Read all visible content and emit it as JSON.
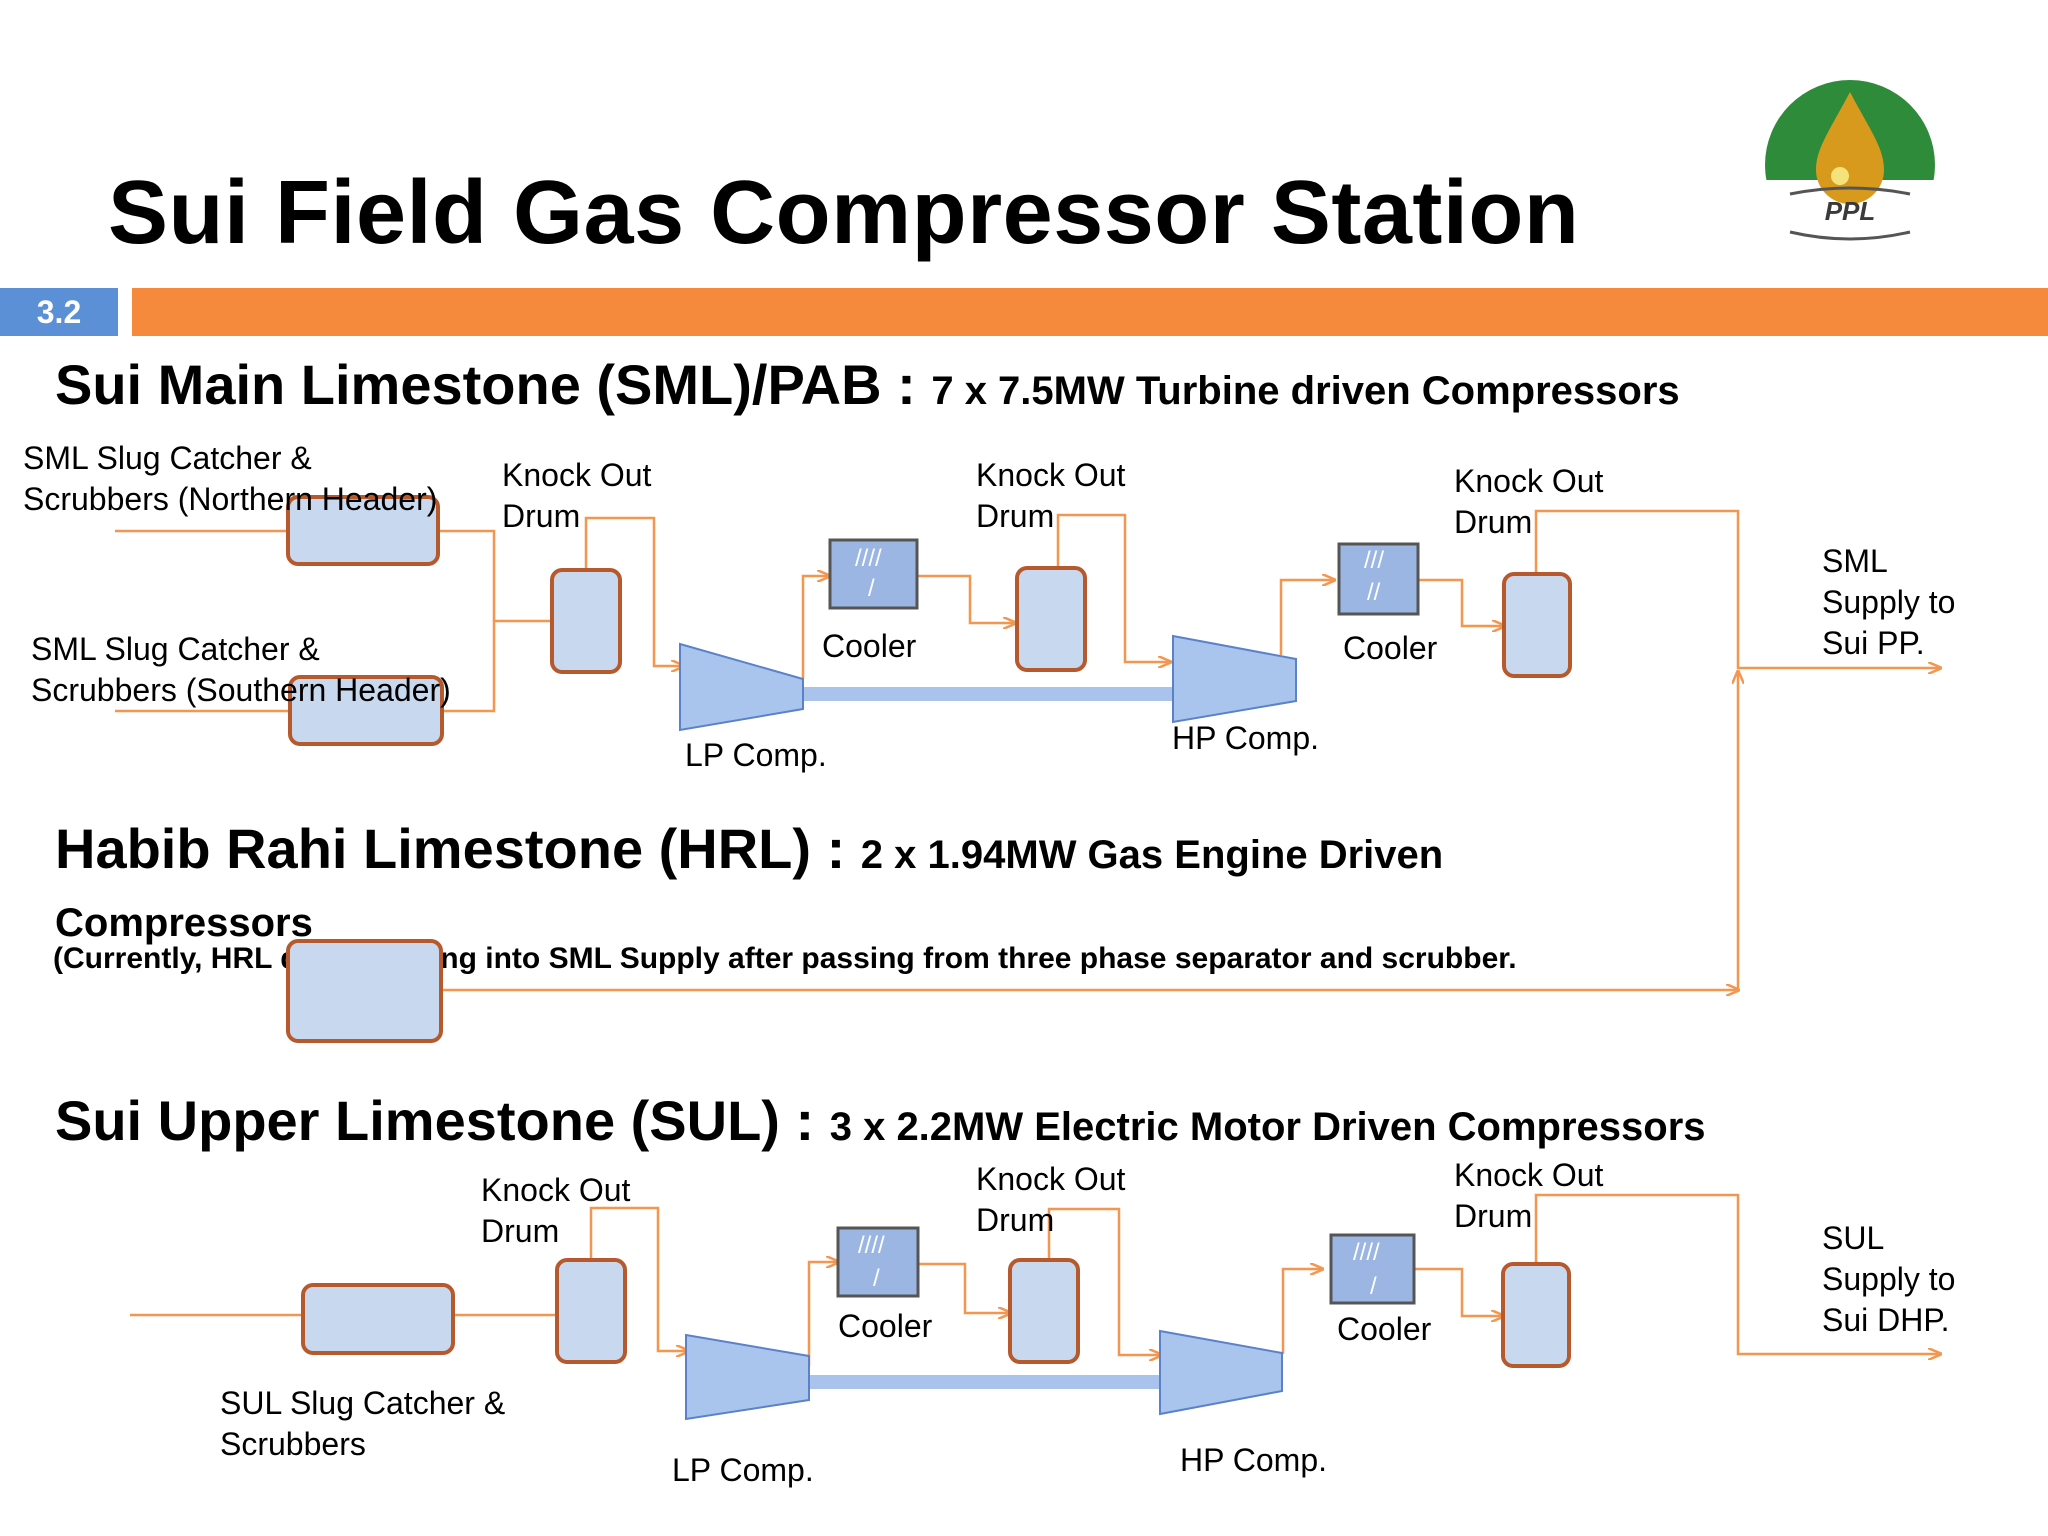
{
  "slide": {
    "title": "Sui Field Gas Compressor Station",
    "number": "3.2",
    "logo_text": "PPL"
  },
  "colors": {
    "accent_orange": "#f68a3c",
    "slide_number_blue": "#5b8fd6",
    "pipe_orange": "#f39650",
    "vessel_fill": "#c8d8ef",
    "compressor_fill": "#a9c5ee"
  },
  "sections": {
    "sml": {
      "heading": "Sui Main Limestone (SML)/PAB :",
      "subheading": "7 x 7.5MW Turbine driven Compressors",
      "labels": {
        "north_catcher": "SML Slug Catcher &\nScrubbers (Northern Header)",
        "south_catcher": "SML Slug Catcher &\nScrubbers (Southern Header)",
        "kod1": "Knock Out\nDrum",
        "kod2": "Knock Out\nDrum",
        "kod3": "Knock Out\nDrum",
        "cooler1": "Cooler",
        "cooler2": "Cooler",
        "lp_comp": "LP Comp.",
        "hp_comp": "HP Comp.",
        "supply": "SML\nSupply to\nSui PP."
      }
    },
    "hrl": {
      "heading": "Habib Rahi Limestone (HRL) :",
      "subheading": "2 x 1.94MW Gas Engine Driven Compressors",
      "note": "(Currently, HRL directly going into SML Supply after passing from three phase separator and scrubber."
    },
    "sul": {
      "heading": "Sui Upper Limestone (SUL) :",
      "subheading": "3 x 2.2MW Electric Motor Driven Compressors",
      "labels": {
        "catcher": "SUL Slug Catcher &\nScrubbers",
        "kod1": "Knock Out\nDrum",
        "kod2": "Knock Out\nDrum",
        "kod3": "Knock Out\nDrum",
        "cooler1": "Cooler",
        "cooler2": "Cooler",
        "lp_comp": "LP Comp.",
        "hp_comp": "HP Comp.",
        "supply": "SUL\nSupply to\nSui DHP."
      }
    }
  }
}
